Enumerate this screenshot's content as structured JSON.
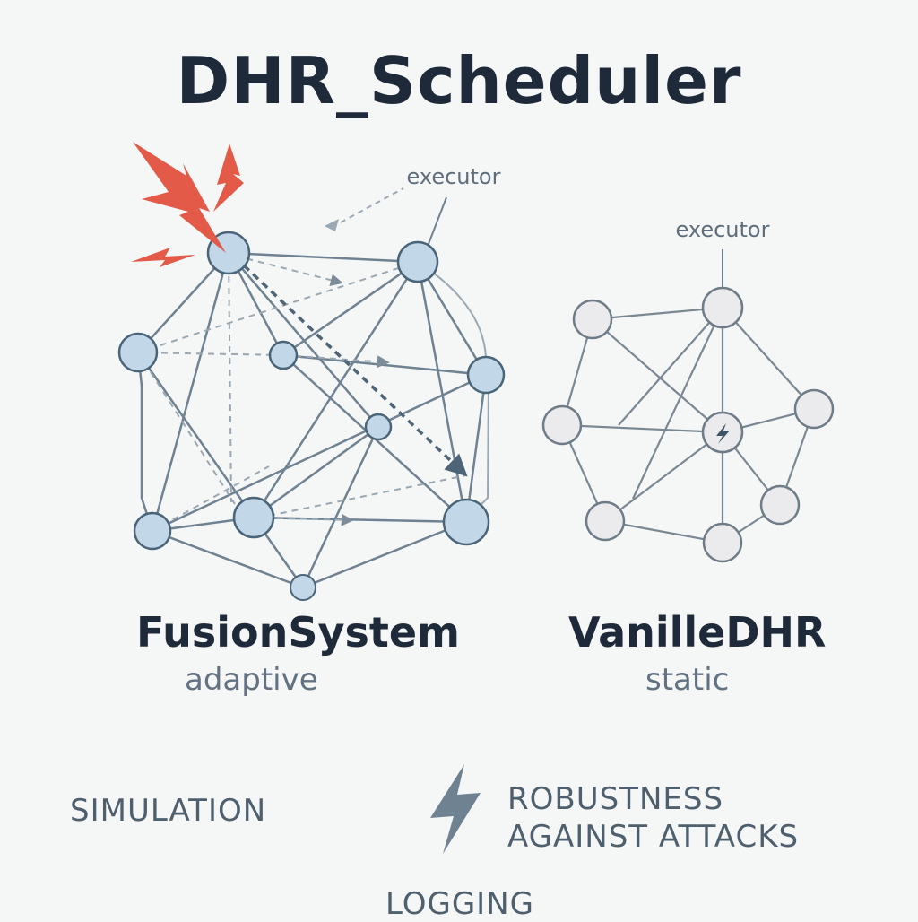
{
  "title": "DHR_Scheduler",
  "left": {
    "name": "FusionSystem",
    "subtitle": "adaptive",
    "annotation": "executor"
  },
  "right": {
    "name": "VanilleDHR",
    "subtitle": "static",
    "annotation": "executor"
  },
  "footer": {
    "simulation": "SIMULATION",
    "robustness_line1": "ROBUSTNESS",
    "robustness_line2": "AGAINST ATTACKS",
    "logging": "LOGGING"
  },
  "icons": {
    "attack": "lightning-bolt-icon",
    "executor_core": "lightning-bolt-icon",
    "robustness": "lightning-bolt-icon"
  },
  "colors": {
    "adaptive_node_fill": "#c2d8e8",
    "adaptive_node_stroke": "#4a6478",
    "static_node_fill": "#ebebed",
    "static_node_stroke": "#6e7c88",
    "attack": "#e45a48",
    "edge": "#6f8292",
    "title": "#1e2a3a"
  }
}
